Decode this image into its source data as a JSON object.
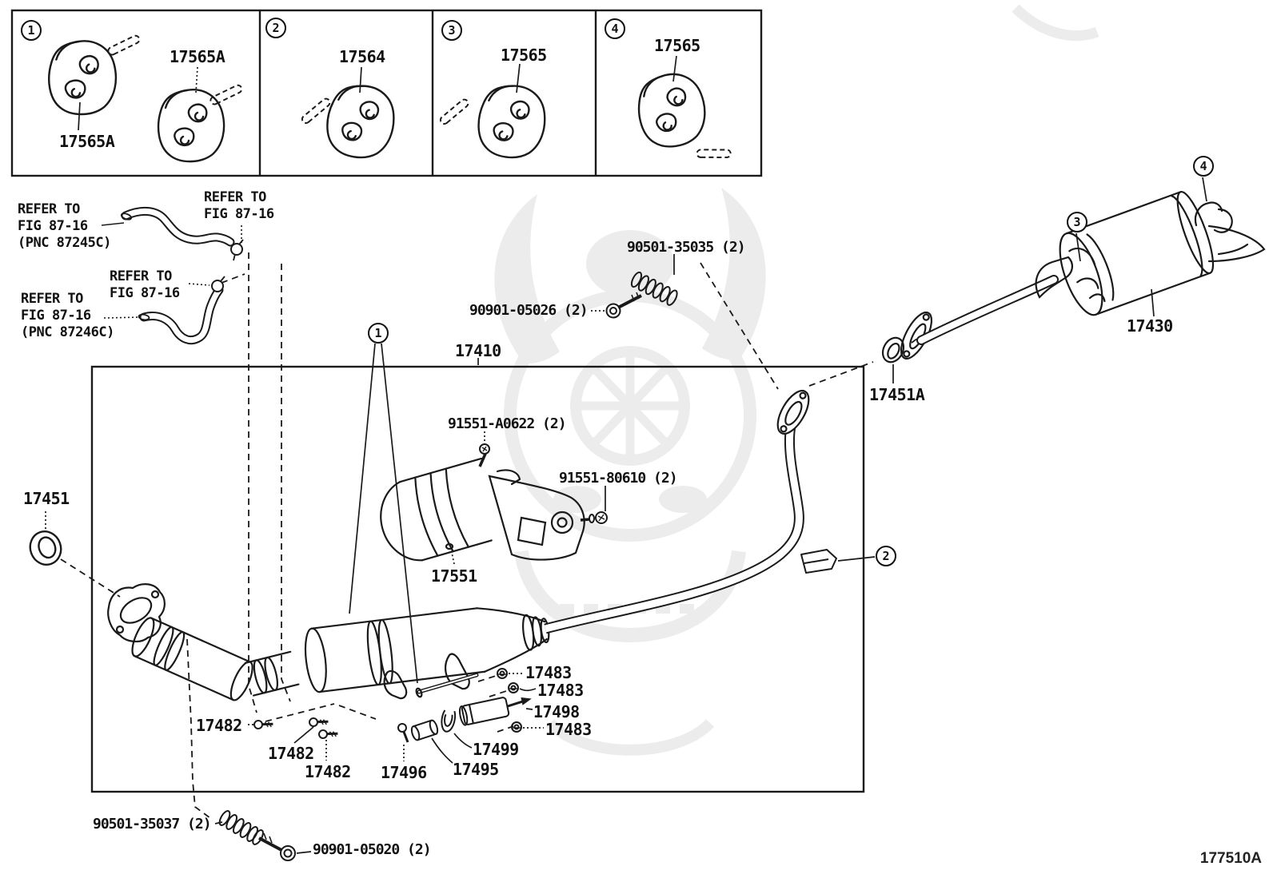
{
  "colors": {
    "line": "#1a1a1a",
    "text": "#111111",
    "watermark": "#ececec",
    "background": "#ffffff"
  },
  "top_panels": [
    {
      "number": "1",
      "parts": [
        {
          "label": "17565A"
        },
        {
          "label": "17565A"
        }
      ]
    },
    {
      "number": "2",
      "parts": [
        {
          "label": "17564"
        }
      ]
    },
    {
      "number": "3",
      "parts": [
        {
          "label": "17565"
        }
      ]
    },
    {
      "number": "4",
      "parts": [
        {
          "label": "17565"
        }
      ]
    }
  ],
  "refer_notes": [
    {
      "lines": [
        "REFER TO",
        "FIG 87-16",
        "(PNC 87245C)"
      ]
    },
    {
      "lines": [
        "REFER TO",
        "FIG 87-16"
      ]
    },
    {
      "lines": [
        "REFER TO",
        "FIG 87-16"
      ]
    },
    {
      "lines": [
        "REFER TO",
        "FIG 87-16",
        "(PNC 87246C)"
      ]
    }
  ],
  "part_labels": {
    "front_pipe_assembly": "17410",
    "muffler_assembly": "17430",
    "gasket_front": "17451",
    "gasket_center": "17451A",
    "heat_insulator": "17551",
    "bolt_17482": "17482",
    "nut_17483": "17483",
    "cushion_17495": "17495",
    "bolt_17496": "17496",
    "damper_17498": "17498",
    "clamp_17499": "17499",
    "spring_90501_35035": "90501-35035 (2)",
    "spring_90501_35037": "90501-35037 (2)",
    "bolt_90901_05026": "90901-05026 (2)",
    "bolt_90901_05020": "90901-05020 (2)",
    "bolt_91551_a0622": "91551-A0622 (2)",
    "bolt_91551_80610": "91551-80610 (2)"
  },
  "callouts": {
    "c1": "1",
    "c2": "2",
    "c3": "3",
    "c4": "4"
  },
  "diagram_code": "177510A"
}
